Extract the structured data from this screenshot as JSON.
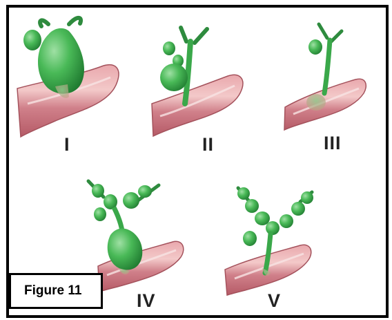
{
  "figure": {
    "caption": "Figure 11",
    "labels": [
      "I",
      "II",
      "III",
      "IV",
      "V"
    ]
  },
  "colors": {
    "border": "#000000",
    "duodenum": "#c9727a",
    "duodenum_light": "#f1c6c6",
    "duct_green": "#3aa84a",
    "duct_dark": "#2e8b3e",
    "label_text": "#222222"
  },
  "icons": {
    "panel_i": "fusiform-cyst-icon",
    "panel_ii": "diverticulum-icon",
    "panel_iii": "choledochocele-icon",
    "panel_iv": "multiple-cysts-icon",
    "panel_v": "intrahepatic-cysts-icon"
  }
}
